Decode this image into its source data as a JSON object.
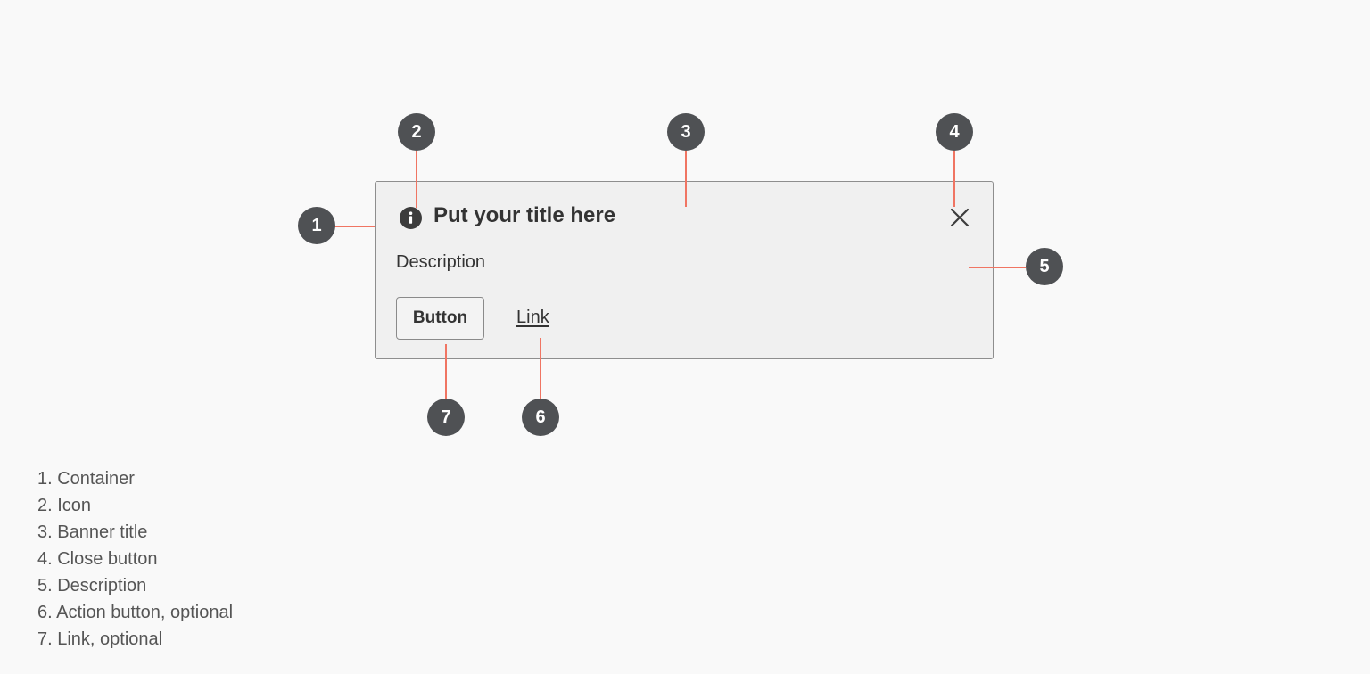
{
  "banner": {
    "title": "Put your title here",
    "description": "Description",
    "button_label": "Button",
    "link_label": "Link",
    "icon": "info-icon",
    "close_icon": "close-icon"
  },
  "markers": [
    "1",
    "2",
    "3",
    "4",
    "5",
    "6",
    "7"
  ],
  "legend": [
    "1. Container",
    "2. Icon",
    "3. Banner title",
    "4. Close button",
    "5. Description",
    "6. Action button, optional",
    "7. Link, optional"
  ],
  "colors": {
    "background": "#f9f9f9",
    "banner_fill": "#f0f0f0",
    "banner_border": "#8e8e8e",
    "marker_fill": "#4f5154",
    "leader_line": "#f07563",
    "text": "#333333",
    "legend_text": "#555555"
  }
}
